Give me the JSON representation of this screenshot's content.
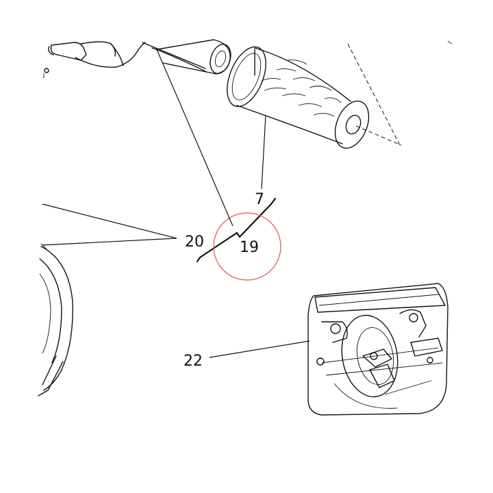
{
  "diagram": {
    "callouts": {
      "part_7": "7",
      "part_19": "19",
      "part_20": "20",
      "part_22": "22"
    },
    "highlight_color": "#d9534f",
    "ink_color": "#111111"
  }
}
